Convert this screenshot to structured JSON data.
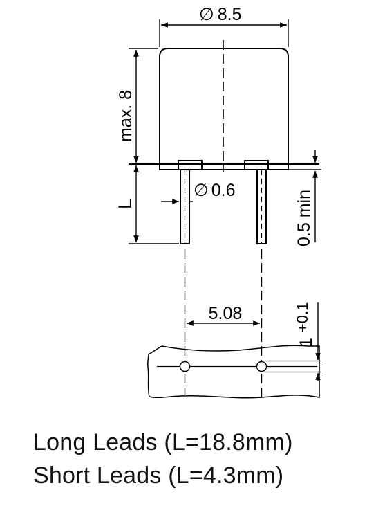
{
  "dimensions": {
    "diameter_symbol": "∅",
    "body_diameter": "8.5",
    "max_height": "max. 8",
    "lead_diameter": "0.6",
    "lead_length": "L",
    "standoff": "0.5 min",
    "pitch": "5.08",
    "hole_tolerance_value": "1",
    "hole_tolerance_sup": "+0.1"
  },
  "notes": {
    "long_leads": "Long Leads (L=18.8mm)",
    "short_leads": "Short Leads (L=4.3mm)"
  },
  "colors": {
    "line": "#000000",
    "text": "#111111",
    "background": "#ffffff"
  }
}
